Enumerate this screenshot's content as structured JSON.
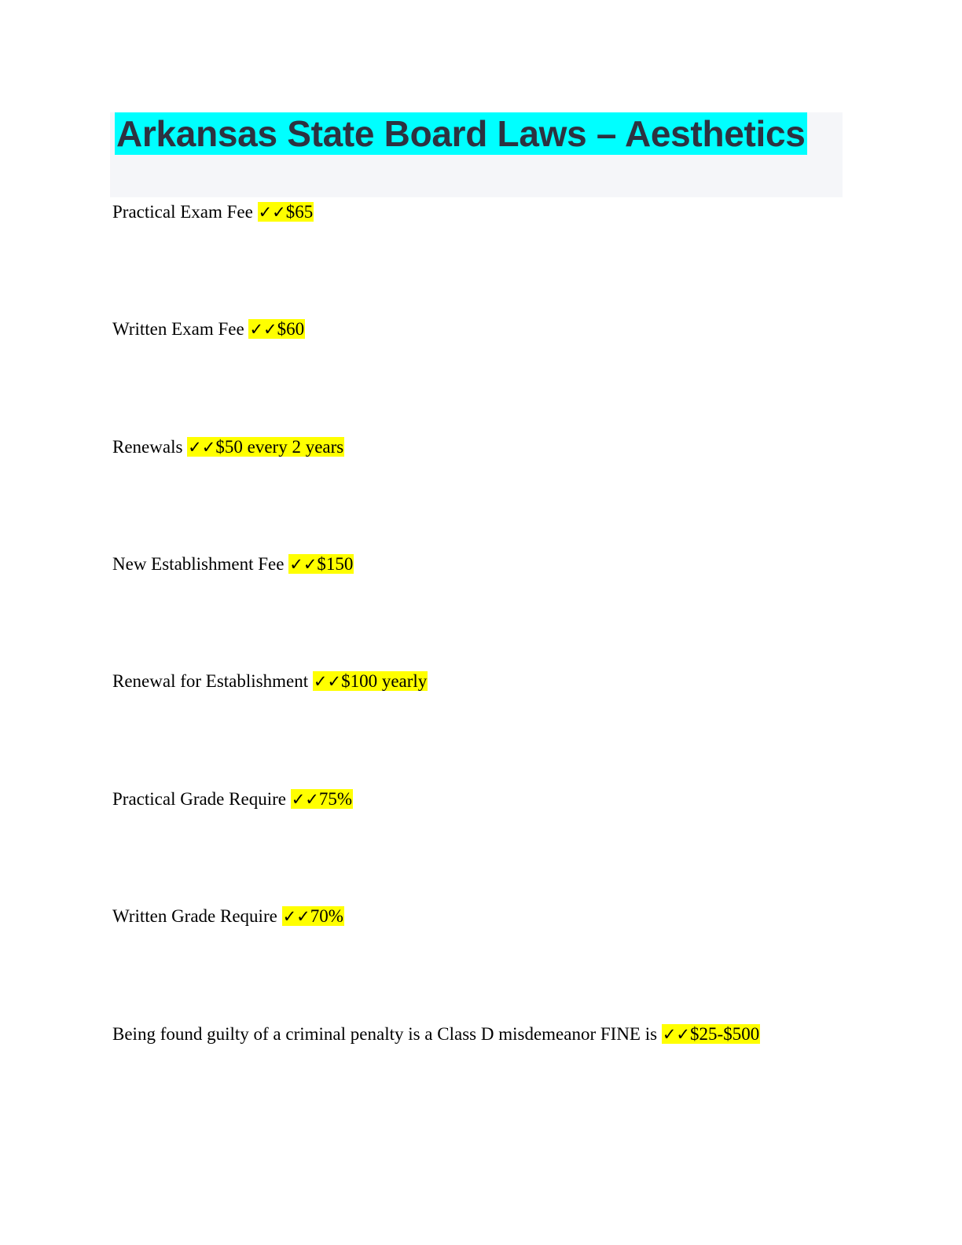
{
  "document": {
    "title": "Arkansas State Board Laws – Aesthetics",
    "check_mark": "✓✓",
    "items": [
      {
        "question": "Practical Exam Fee",
        "answer": "$65"
      },
      {
        "question": "Written Exam Fee",
        "answer": "$60"
      },
      {
        "question": "Renewals",
        "answer": "$50 every 2 years"
      },
      {
        "question": "New Establishment Fee",
        "answer": "$150"
      },
      {
        "question": "Renewal for Establishment",
        "answer": "$100 yearly"
      },
      {
        "question": "Practical Grade Require",
        "answer": "75%"
      },
      {
        "question": "Written Grade Require",
        "answer": "70%"
      },
      {
        "question": "Being found guilty of a criminal penalty is a Class D misdemeanor FINE is",
        "answer": "$25-$500"
      }
    ]
  },
  "colors": {
    "title_highlight": "#00ffff",
    "answer_highlight": "#ffff00",
    "title_text": "#2d3240"
  }
}
